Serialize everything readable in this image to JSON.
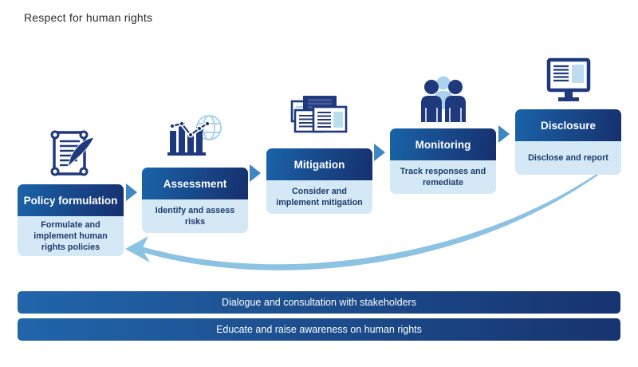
{
  "title": "Respect for human rights",
  "steps": [
    {
      "title": "Policy formulation",
      "description": "Formulate and implement human rights policies",
      "icon": "scroll-quill-icon"
    },
    {
      "title": "Assessment",
      "description": "Identify and assess risks",
      "icon": "bar-chart-globe-icon"
    },
    {
      "title": "Mitigation",
      "description": "Consider and implement mitigation",
      "icon": "stacked-documents-icon"
    },
    {
      "title": "Monitoring",
      "description": "Track responses and remediate",
      "icon": "people-group-icon"
    },
    {
      "title": "Disclosure",
      "description": "Disclose and report",
      "icon": "monitor-report-icon"
    }
  ],
  "bottom_bars": [
    {
      "label": "Dialogue and consultation with stakeholders"
    },
    {
      "label": "Educate and raise awareness on human rights"
    }
  ],
  "colors": {
    "header_gradient_start": "#1a63a8",
    "header_gradient_end": "#16306e",
    "body_background": "#d5e8f5",
    "body_text": "#1d3b6d",
    "icon_dark_blue": "#1f3a7c",
    "icon_light_blue": "#aad3ed",
    "connector_triangle": "#3f86c3",
    "loop_arrow": "#8cc2e2",
    "bar_gradient_start": "#2165ab",
    "bar_gradient_end": "#17346f"
  }
}
